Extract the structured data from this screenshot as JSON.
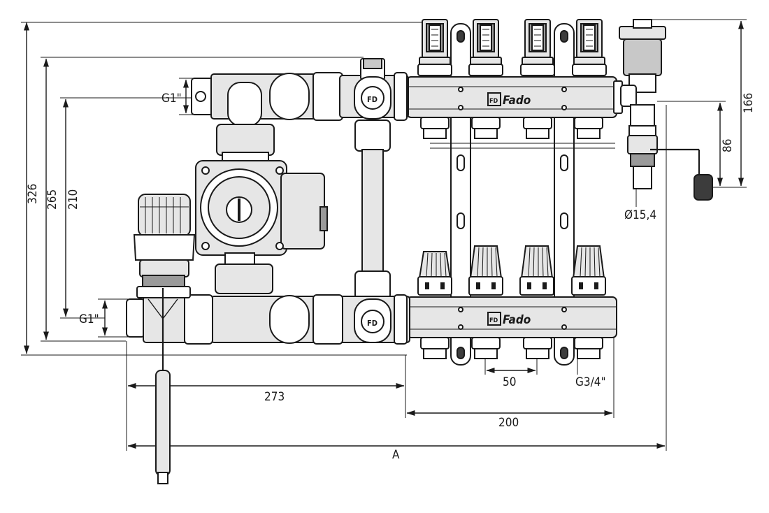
{
  "brand": "Fado",
  "brand_mark": "FD",
  "dimensions": {
    "left_outer": "326",
    "left_middle": "265",
    "left_inner": "210",
    "thread_top": "G1\"",
    "thread_bottom": "G1\"",
    "pitch": "50",
    "outlet_thread": "G3/4\"",
    "pump_section": "273",
    "manifold_width": "200",
    "total_width": "A",
    "right_outer": "166",
    "right_inner": "86",
    "hose_diameter": "Ø15,4"
  },
  "colors": {
    "line": "#1a1a1a",
    "light": "#e6e6e6",
    "mid": "#c8c8c8",
    "dark": "#3c3c3c"
  }
}
